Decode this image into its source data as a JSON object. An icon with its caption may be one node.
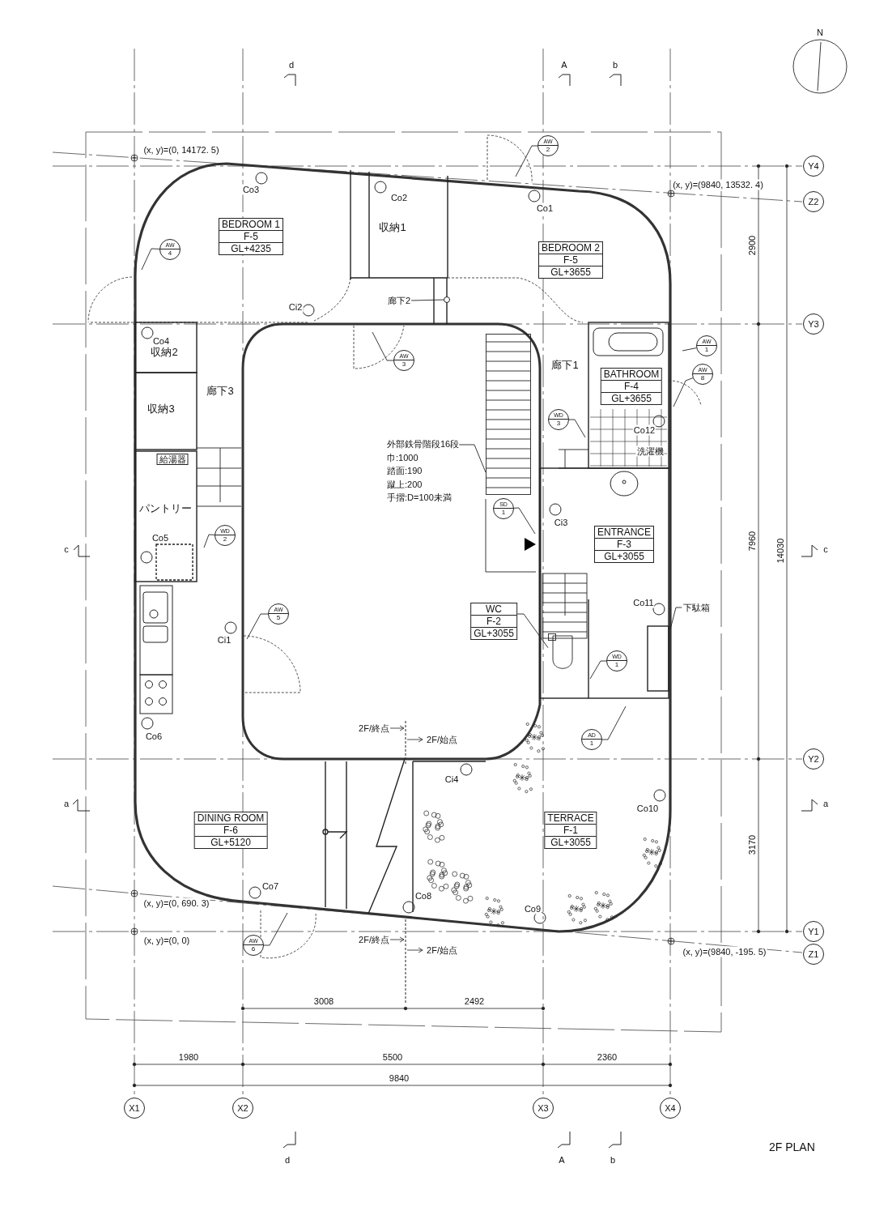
{
  "diagram": {
    "title": "2F PLAN",
    "nodes": [
      {
        "text": [
          "AW",
          "2"
        ]
      },
      {
        "text": [
          "Y4"
        ]
      },
      {
        "text": [
          "Z2"
        ]
      },
      {
        "text": [
          "BEDROOM 1",
          "F-5",
          "GL+4235"
        ]
      },
      {
        "text": [
          "AW",
          "4"
        ]
      },
      {
        "text": [
          "BEDROOM 2",
          "F-5",
          "GL+3655"
        ]
      },
      {
        "text": [
          "廊下2"
        ]
      },
      {
        "text": [
          "AW",
          "3"
        ]
      },
      {
        "text": [
          "Y3"
        ]
      },
      {
        "text": [
          "AW",
          "1"
        ]
      },
      {
        "text": [
          "BATHROOM",
          "F-4",
          "GL+3655"
        ]
      },
      {
        "text": [
          "AW",
          "8"
        ]
      },
      {
        "text": [
          "WD",
          "3"
        ]
      },
      {
        "text": [
          "外部鉄骨階段16段",
          "巾:1000",
          "踏面:190",
          "蹴上:200",
          "手摺:D=100未満"
        ]
      },
      {
        "text": [
          "給湯器"
        ]
      },
      {
        "text": [
          "SD",
          "1"
        ]
      },
      {
        "text": [
          "ENTRANCE",
          "F-3",
          "GL+3055"
        ]
      },
      {
        "text": [
          "WD",
          "2"
        ]
      },
      {
        "text": [
          "下駄箱"
        ]
      },
      {
        "text": [
          "AW",
          "5"
        ]
      },
      {
        "text": [
          "WC",
          "F-2",
          "GL+3055"
        ]
      },
      {
        "text": [
          "WD",
          "1"
        ]
      },
      {
        "text": [
          "AD",
          "1"
        ]
      },
      {
        "text": [
          "Y2"
        ]
      },
      {
        "text": [
          "DINING ROOM",
          "F-6",
          "GL+5120"
        ]
      },
      {
        "text": [
          "TERRACE",
          "F-1",
          "GL+3055"
        ]
      },
      {
        "text": [
          "Y1"
        ]
      },
      {
        "text": [
          "Z1"
        ]
      },
      {
        "text": [
          "AW",
          "6"
        ]
      },
      {
        "text": [
          "X1"
        ]
      },
      {
        "text": [
          "X2"
        ]
      },
      {
        "text": [
          "X3"
        ]
      },
      {
        "text": [
          "X4"
        ]
      },
      {
        "text": [],
        "shape": "circle"
      },
      {
        "text": [],
        "shape": "box"
      },
      {
        "text": [],
        "shape": "picture"
      }
    ],
    "edges": [
      {
        "from": 0,
        "to": null,
        "arrow": "none"
      },
      {
        "from": 4,
        "to": null,
        "arrow": "none"
      },
      {
        "from": 6,
        "to": 33,
        "arrow": "none"
      },
      {
        "from": 7,
        "to": null,
        "arrow": "none"
      },
      {
        "from": 9,
        "to": null,
        "arrow": "none"
      },
      {
        "from": 11,
        "to": null,
        "arrow": "none"
      },
      {
        "from": 12,
        "to": null,
        "arrow": "none"
      },
      {
        "from": 13,
        "to": 34,
        "arrow": "none"
      },
      {
        "from": 15,
        "to": null,
        "arrow": "none"
      },
      {
        "from": 17,
        "to": null,
        "arrow": "none"
      },
      {
        "from": 18,
        "to": null,
        "arrow": "none"
      },
      {
        "from": 19,
        "to": null,
        "arrow": "none"
      },
      {
        "from": 20,
        "to": 35,
        "arrow": "none"
      },
      {
        "from": 21,
        "to": null,
        "arrow": "none"
      },
      {
        "from": 22,
        "to": null,
        "arrow": "none"
      },
      {
        "from": 28,
        "to": null,
        "arrow": "none"
      }
    ],
    "labels": [
      "N",
      "d",
      "A",
      "b",
      "(x, y)=(0, 14172. 5)",
      "Co3",
      "Co2",
      "(x, y)=(9840, 13532. 4)",
      "Co1",
      "収納1",
      "2900",
      "Ci2",
      "Co4",
      "収納2",
      "廊下1",
      "廊下3",
      "収納3",
      "Co12",
      "洗濯機",
      "パントリー",
      "Ci3",
      "c",
      "Co5",
      "7960",
      "14030",
      "c",
      "Co11",
      "Ci1",
      "Co6",
      "2F/終点",
      "2F/始点",
      "Ci4",
      "a",
      "Co10",
      "a",
      "3170",
      "Co7",
      "(x, y)=(0, 690. 3)",
      "Co8",
      "Co9",
      "(x, y)=(0, 0)",
      "2F/終点",
      "2F/始点",
      "(x, y)=(9840, -195. 5)",
      "3008",
      "2492",
      "1980",
      "5500",
      "2360",
      "9840",
      "d",
      "A",
      "b"
    ]
  }
}
